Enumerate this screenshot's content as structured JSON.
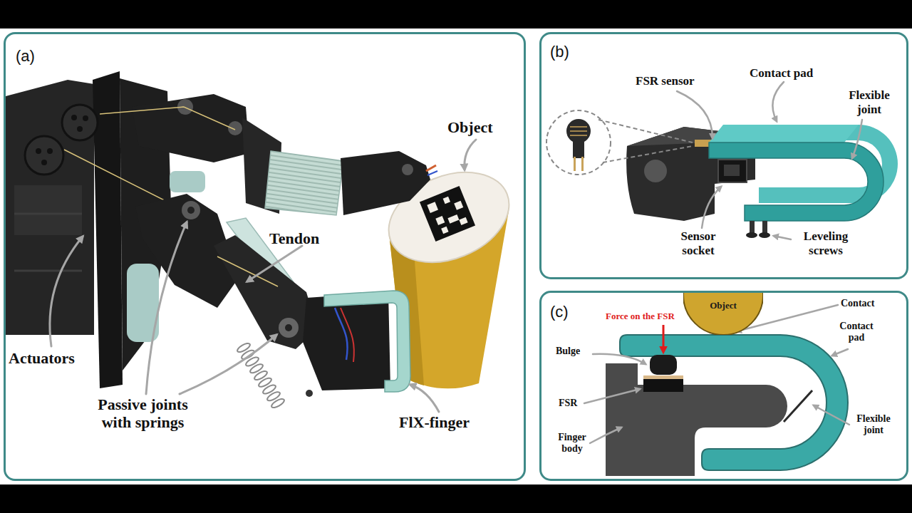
{
  "diagram": {
    "nodes": [
      {
        "text": [
          "(a)"
        ]
      },
      {
        "text": [
          "(b)"
        ]
      },
      {
        "text": [
          "(c)"
        ]
      },
      {
        "text": [
          "Object"
        ],
        "in": 2
      }
    ],
    "labels": [
      "Object",
      "Tendon",
      "Actuators",
      "Passive joints with springs",
      "FlX-finger",
      "FSR sensor",
      "Contact pad",
      "Flexible joint",
      "Sensor socket",
      "Leveling screws",
      "Force on the FSR",
      "Contact",
      "Contact pad",
      "Bulge",
      "FSR",
      "Finger body",
      "Flexible joint"
    ]
  }
}
